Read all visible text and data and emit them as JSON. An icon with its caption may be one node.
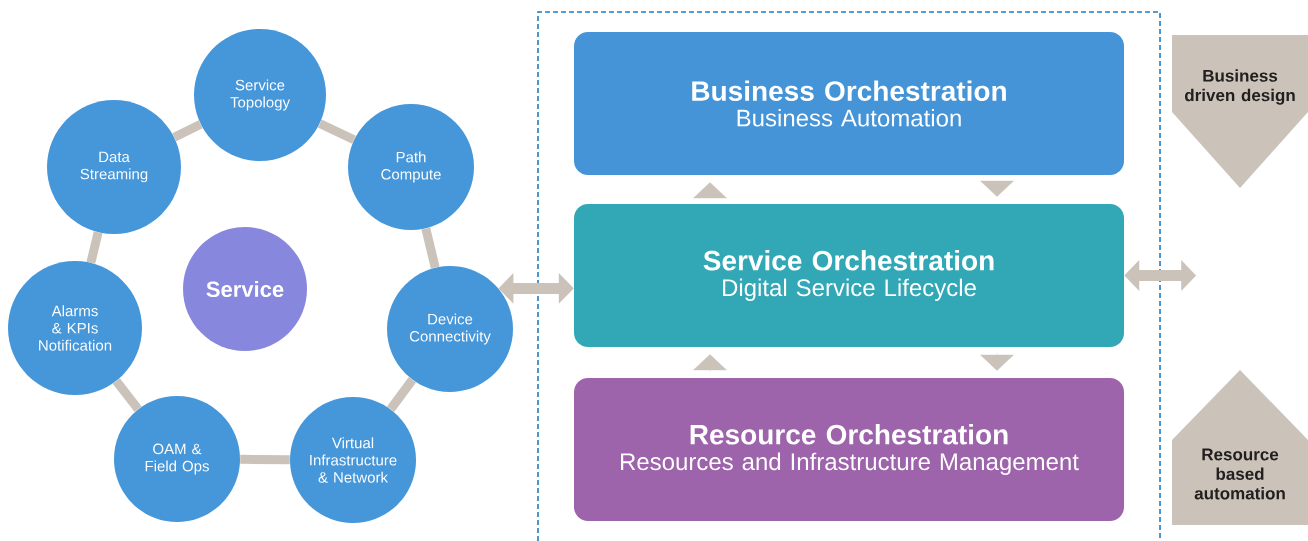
{
  "diagram": {
    "nodes": [
      {
        "text": [
          "Service"
        ]
      },
      {
        "text": [
          "Service Topology"
        ]
      },
      {
        "text": [
          "Path Compute"
        ]
      },
      {
        "text": [
          "Device Connectivity"
        ]
      },
      {
        "text": [
          "Virtual Infrastructure & Network"
        ]
      },
      {
        "text": [
          "OAM & Field Ops"
        ]
      },
      {
        "text": [
          "Alarms & KPIs Notification"
        ]
      },
      {
        "text": [
          "Data Streaming"
        ]
      },
      {
        "text": [],
        "shape": "box"
      },
      {
        "text": [
          "Business Orchestration",
          "Business Automation"
        ],
        "in": 8
      },
      {
        "text": [
          "Service Orchestration",
          "Digital Service Lifecycle"
        ],
        "in": 8
      },
      {
        "text": [
          "Resource Orchestration",
          "Resources and Infrastructure Management"
        ],
        "in": 8
      },
      {
        "text": [
          "Business driven design"
        ]
      },
      {
        "text": [
          "Resource based automation"
        ]
      }
    ],
    "edges": [
      {
        "from": 1,
        "to": 2,
        "arrow": "none"
      },
      {
        "from": 2,
        "to": 3,
        "arrow": "none"
      },
      {
        "from": 3,
        "to": 4,
        "arrow": "none"
      },
      {
        "from": 4,
        "to": 5,
        "arrow": "none"
      },
      {
        "from": 5,
        "to": 6,
        "arrow": "none"
      },
      {
        "from": 6,
        "to": 7,
        "arrow": "none"
      },
      {
        "from": 7,
        "to": 1,
        "arrow": "none"
      },
      {
        "from": 3,
        "to": 10,
        "arrow": "both"
      },
      {
        "from": 10,
        "to": null,
        "arrow": "both"
      },
      {
        "from": 10,
        "to": 9,
        "arrow": "to"
      },
      {
        "from": 9,
        "to": 10,
        "arrow": "to"
      },
      {
        "from": 11,
        "to": 10,
        "arrow": "to"
      },
      {
        "from": 10,
        "to": 11,
        "arrow": "to"
      }
    ]
  }
}
